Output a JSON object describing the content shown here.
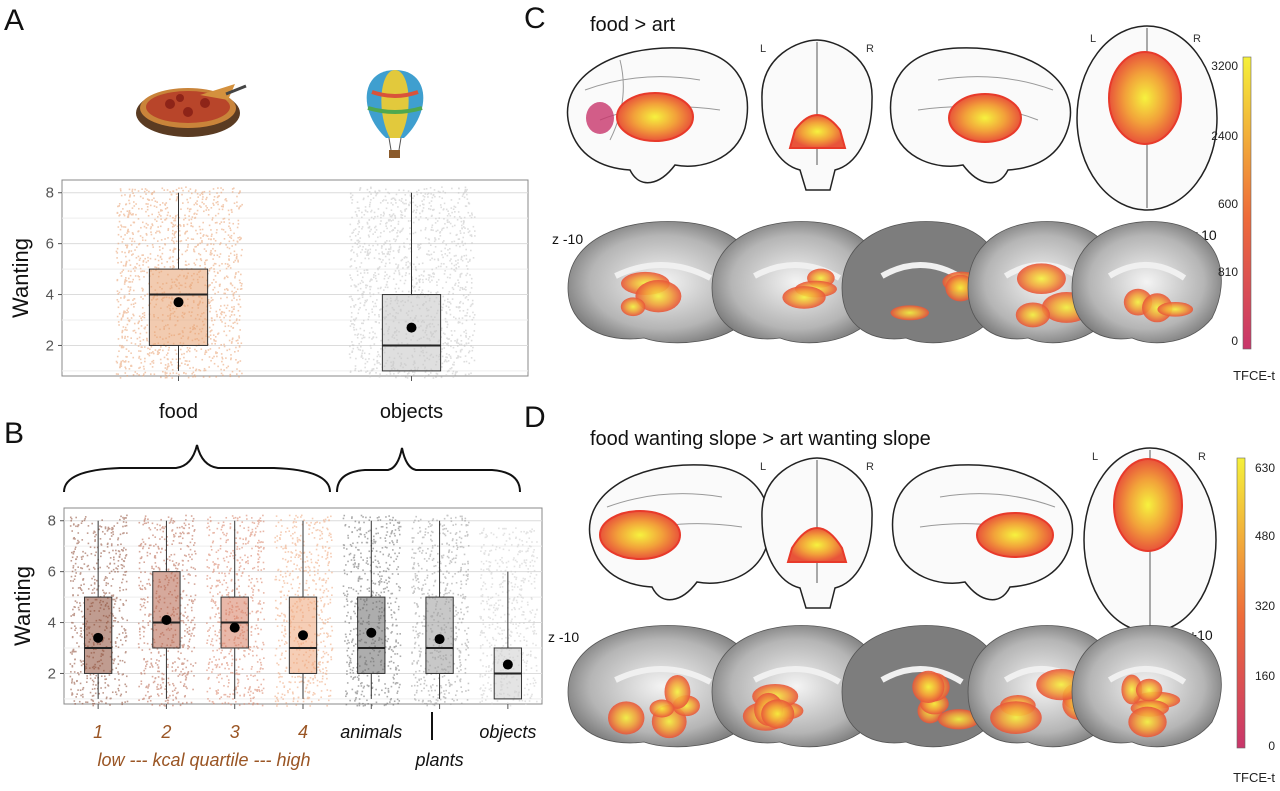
{
  "panel_a": {
    "letter": "A",
    "chart_data": {
      "type": "box",
      "ylabel": "Wanting",
      "ylim": [
        0.8,
        8.5
      ],
      "yticks": [
        2,
        4,
        6,
        8
      ],
      "categories": [
        "food",
        "objects"
      ],
      "boxes": [
        {
          "category": "food",
          "min": 1,
          "q1": 2,
          "median": 4,
          "q3": 5,
          "max": 8,
          "mean": 3.7,
          "color": "#e8a070"
        },
        {
          "category": "objects",
          "min": 1,
          "q1": 1,
          "median": 2,
          "q3": 4,
          "max": 8,
          "mean": 2.7,
          "color": "#c4c4c4"
        }
      ],
      "grid": true
    }
  },
  "panel_b": {
    "letter": "B",
    "chart_data": {
      "type": "box",
      "ylabel": "Wanting",
      "ylim": [
        0.8,
        8.5
      ],
      "yticks": [
        2,
        4,
        6,
        8
      ],
      "categories": [
        "1",
        "2",
        "3",
        "4",
        "animals",
        "plants",
        "objects"
      ],
      "boxes": [
        {
          "category": "1",
          "min": 1,
          "q1": 2,
          "median": 3,
          "q3": 5,
          "max": 8,
          "mean": 3.4,
          "color": "#8c4a34"
        },
        {
          "category": "2",
          "min": 1,
          "q1": 3,
          "median": 4,
          "q3": 6,
          "max": 8,
          "mean": 4.1,
          "color": "#b5624a"
        },
        {
          "category": "3",
          "min": 1,
          "q1": 3,
          "median": 4,
          "q3": 5,
          "max": 8,
          "mean": 3.8,
          "color": "#d77e62"
        },
        {
          "category": "4",
          "min": 1,
          "q1": 2,
          "median": 3,
          "q3": 5,
          "max": 8,
          "mean": 3.5,
          "color": "#eea57a"
        },
        {
          "category": "animals",
          "min": 1,
          "q1": 2,
          "median": 3,
          "q3": 5,
          "max": 8,
          "mean": 3.6,
          "color": "#6a6a6a"
        },
        {
          "category": "plants",
          "min": 1,
          "q1": 2,
          "median": 3,
          "q3": 5,
          "max": 8,
          "mean": 3.35,
          "color": "#9a9a9a"
        },
        {
          "category": "objects",
          "min": 1,
          "q1": 1,
          "median": 2,
          "q3": 3,
          "max": 6,
          "mean": 2.35,
          "color": "#cdcdcd"
        }
      ],
      "caption": "low --- kcal quartile --- high",
      "caption_color": "#9a5524",
      "grid": true
    }
  },
  "panel_c": {
    "letter": "C",
    "title": "food > art",
    "lr": [
      "L",
      "R",
      "L",
      "R"
    ],
    "slice_low": "z -10",
    "slice_high": "z +10",
    "colorbar": {
      "ticks": [
        "3200",
        "2400",
        "600",
        "810",
        "0"
      ],
      "title": "TFCE-t"
    }
  },
  "panel_d": {
    "letter": "D",
    "title": "food wanting slope > art wanting slope",
    "lr": [
      "L",
      "R",
      "L",
      "R"
    ],
    "slice_low": "z -10",
    "slice_high": "z +10",
    "colorbar": {
      "ticks": [
        "630",
        "480",
        "320",
        "160",
        "0"
      ],
      "title": "TFCE-t"
    }
  },
  "colors": {
    "heat_low": "#c8366b",
    "heat_mid": "#ee6b3a",
    "heat_high": "#f5f03a",
    "food_box": "#e8a070",
    "objects_box": "#c4c4c4"
  },
  "icons": [
    "pizza-icon",
    "hot-air-balloon-icon"
  ]
}
